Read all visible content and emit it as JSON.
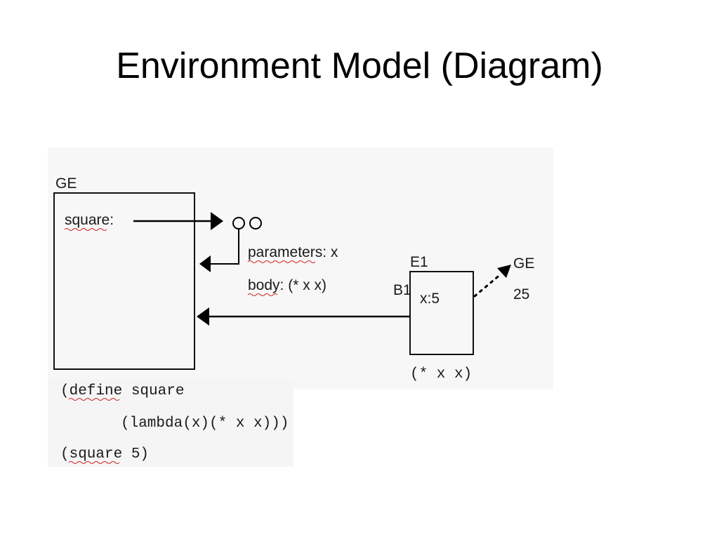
{
  "title": "Environment Model (Diagram)",
  "diagram": {
    "global_env": {
      "label": "GE",
      "binding": "square:"
    },
    "procedure": {
      "parameters": "parameters: x",
      "body": "body: (* x x)"
    },
    "frame": {
      "label": "E1",
      "body_label": "B1",
      "binding": "x:5",
      "expression": "(* x x)"
    },
    "result": {
      "env": "GE",
      "value": "25"
    },
    "code": {
      "line1": "(define square",
      "line2": "(lambda(x)(* x x)))",
      "line3": "(square 5)"
    }
  }
}
